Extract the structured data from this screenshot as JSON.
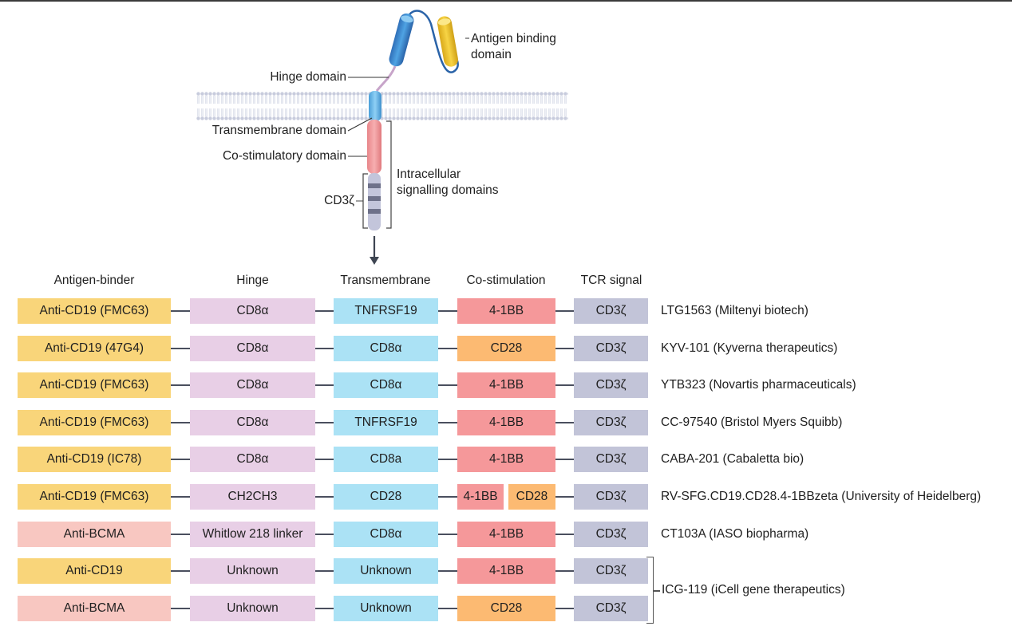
{
  "schematic": {
    "labels": {
      "antigen_binding": [
        "Antigen binding",
        "domain"
      ],
      "hinge": "Hinge domain",
      "transmembrane": "Transmembrane domain",
      "costim": "Co-stimulatory domain",
      "cd3z": "CD3ζ",
      "intracellular": [
        "Intracellular",
        "signalling domains"
      ]
    }
  },
  "table": {
    "headers": [
      "Antigen-binder",
      "Hinge",
      "Transmembrane",
      "Co-stimulation",
      "TCR signal"
    ],
    "colors": {
      "bind_yellow": "#f9d57a",
      "bind_pink": "#f8c7c1",
      "hinge": "#e8cfe6",
      "transmembrane": "#abe2f5",
      "costim_red": "#f5989a",
      "costim_orange": "#fcba72",
      "tcr": "#c2c4d8"
    },
    "rows": [
      {
        "binder": "Anti-CD19 (FMC63)",
        "hinge": "CD8α",
        "tm": "TNFRSF19",
        "costim": [
          "4-1BB"
        ],
        "tcr": "CD3ζ",
        "product": "LTG1563 (Miltenyi biotech)"
      },
      {
        "binder": "Anti-CD19 (47G4)",
        "hinge": "CD8α",
        "tm": "CD8α",
        "costim": [
          "CD28"
        ],
        "tcr": "CD3ζ",
        "product": "KYV-101 (Kyverna therapeutics)"
      },
      {
        "binder": "Anti-CD19 (FMC63)",
        "hinge": "CD8α",
        "tm": "CD8α",
        "costim": [
          "4-1BB"
        ],
        "tcr": "CD3ζ",
        "product": "YTB323 (Novartis pharmaceuticals)"
      },
      {
        "binder": "Anti-CD19 (FMC63)",
        "hinge": "CD8α",
        "tm": "TNFRSF19",
        "costim": [
          "4-1BB"
        ],
        "tcr": "CD3ζ",
        "product": "CC-97540 (Bristol Myers Squibb)"
      },
      {
        "binder": "Anti-CD19 (IC78)",
        "hinge": "CD8α",
        "tm": "CD8a",
        "costim": [
          "4-1BB"
        ],
        "tcr": "CD3ζ",
        "product": "CABA-201 (Cabaletta bio)"
      },
      {
        "binder": "Anti-CD19 (FMC63)",
        "hinge": "CH2CH3",
        "tm": "CD28",
        "costim": [
          "4-1BB",
          "CD28"
        ],
        "tcr": "CD3ζ",
        "product": "RV-SFG.CD19.CD28.4-1BBzeta (University of Heidelberg)"
      },
      {
        "binder": "Anti-BCMA",
        "hinge": "Whitlow 218 linker",
        "tm": "CD8α",
        "costim": [
          "4-1BB"
        ],
        "tcr": "CD3ζ",
        "product": "CT103A (IASO biopharma)"
      },
      {
        "binder": "Anti-CD19",
        "hinge": "Unknown",
        "tm": "Unknown",
        "costim": [
          "4-1BB"
        ],
        "tcr": "CD3ζ",
        "product": ""
      },
      {
        "binder": "Anti-BCMA",
        "hinge": "Unknown",
        "tm": "Unknown",
        "costim": [
          "CD28"
        ],
        "tcr": "CD3ζ",
        "product": ""
      }
    ],
    "group_product": "ICG-119 (iCell gene therapeutics)"
  }
}
